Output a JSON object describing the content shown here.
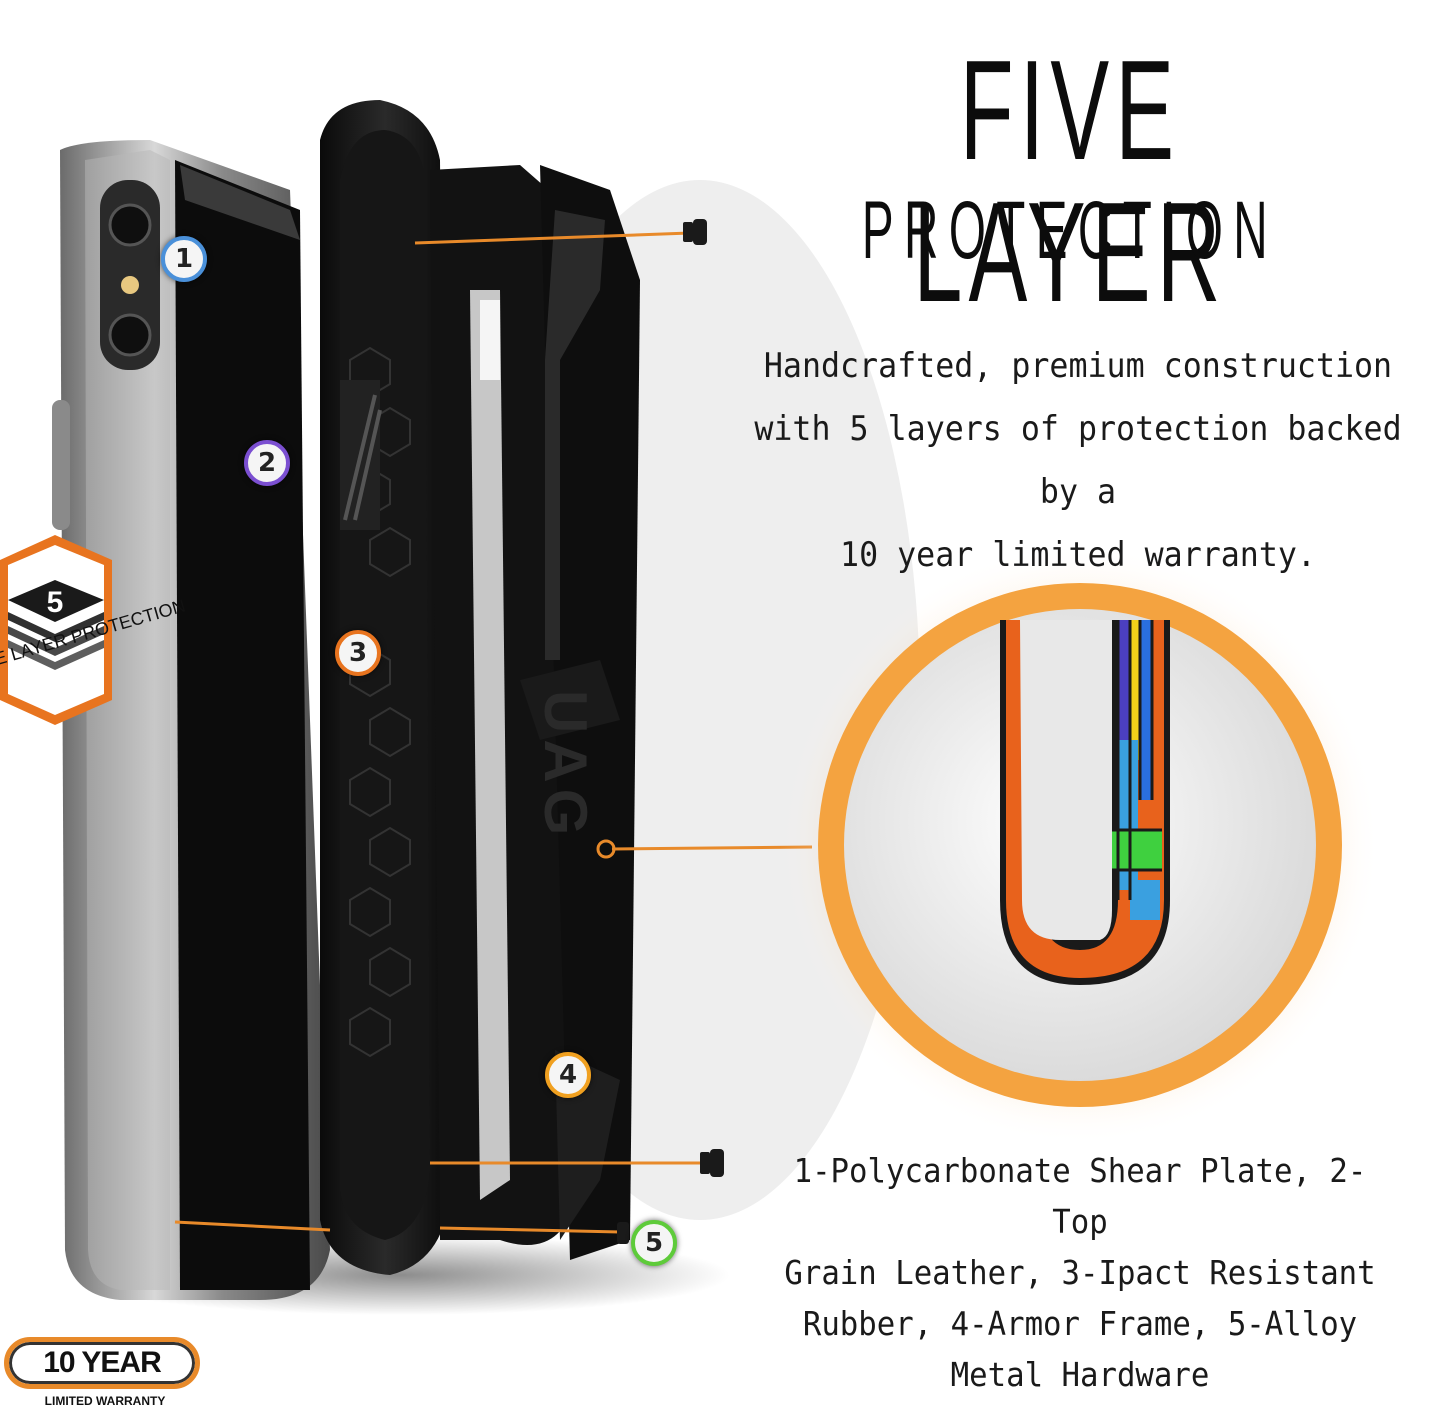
{
  "heading": {
    "main": "FIVE LAYER",
    "sub": "PROTECTION"
  },
  "description": "Handcrafted, premium construction with 5 layers of protection backed by a 10 year limited warranty.",
  "description_lines": [
    "Handcrafted, premium construction",
    "with 5 layers of protection backed by a",
    "10 year limited warranty."
  ],
  "layers_lines": [
    "1-Polycarbonate Shear Plate, 2-Top",
    "Grain Leather, 3-Ipact Resistant",
    "Rubber, 4-Armor Frame, 5-Alloy",
    "Metal Hardware"
  ],
  "callouts": [
    {
      "label": "1",
      "color": "#4a90d9"
    },
    {
      "label": "2",
      "color": "#7b4fd1"
    },
    {
      "label": "3",
      "color": "#e8741f"
    },
    {
      "label": "4",
      "color": "#f0a020"
    },
    {
      "label": "5",
      "color": "#5ecb3a"
    }
  ],
  "layer_badge": {
    "number": "5",
    "text": "E LAYER PROTECTION"
  },
  "brand_mark": "UAG",
  "warranty_badge": {
    "main": "10 YEAR",
    "sub": "LIMITED WARRANTY"
  },
  "colors": {
    "accent": "#e88a2a",
    "text": "#111111",
    "cross_section": [
      "#e8621c",
      "#2a6fe0",
      "#3aa0e0",
      "#f3d21a",
      "#3fd03f",
      "#4b3fc0"
    ]
  }
}
